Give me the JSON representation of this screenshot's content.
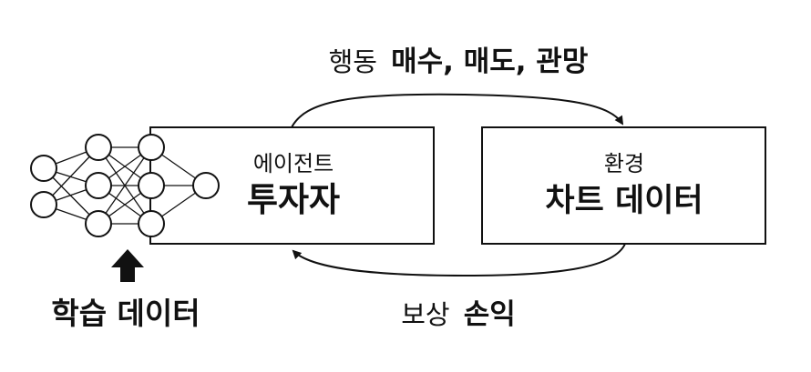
{
  "action": {
    "prefix": "행동",
    "values": "매수, 매도, 관망"
  },
  "reward": {
    "prefix": "보상",
    "values": "손익"
  },
  "agent_box": {
    "subtitle": "에이전트",
    "title": "투자자"
  },
  "env_box": {
    "subtitle": "환경",
    "title": "차트 데이터"
  },
  "training": {
    "label": "학습 데이터"
  },
  "colors": {
    "stroke": "#111111",
    "background": "#ffffff"
  }
}
